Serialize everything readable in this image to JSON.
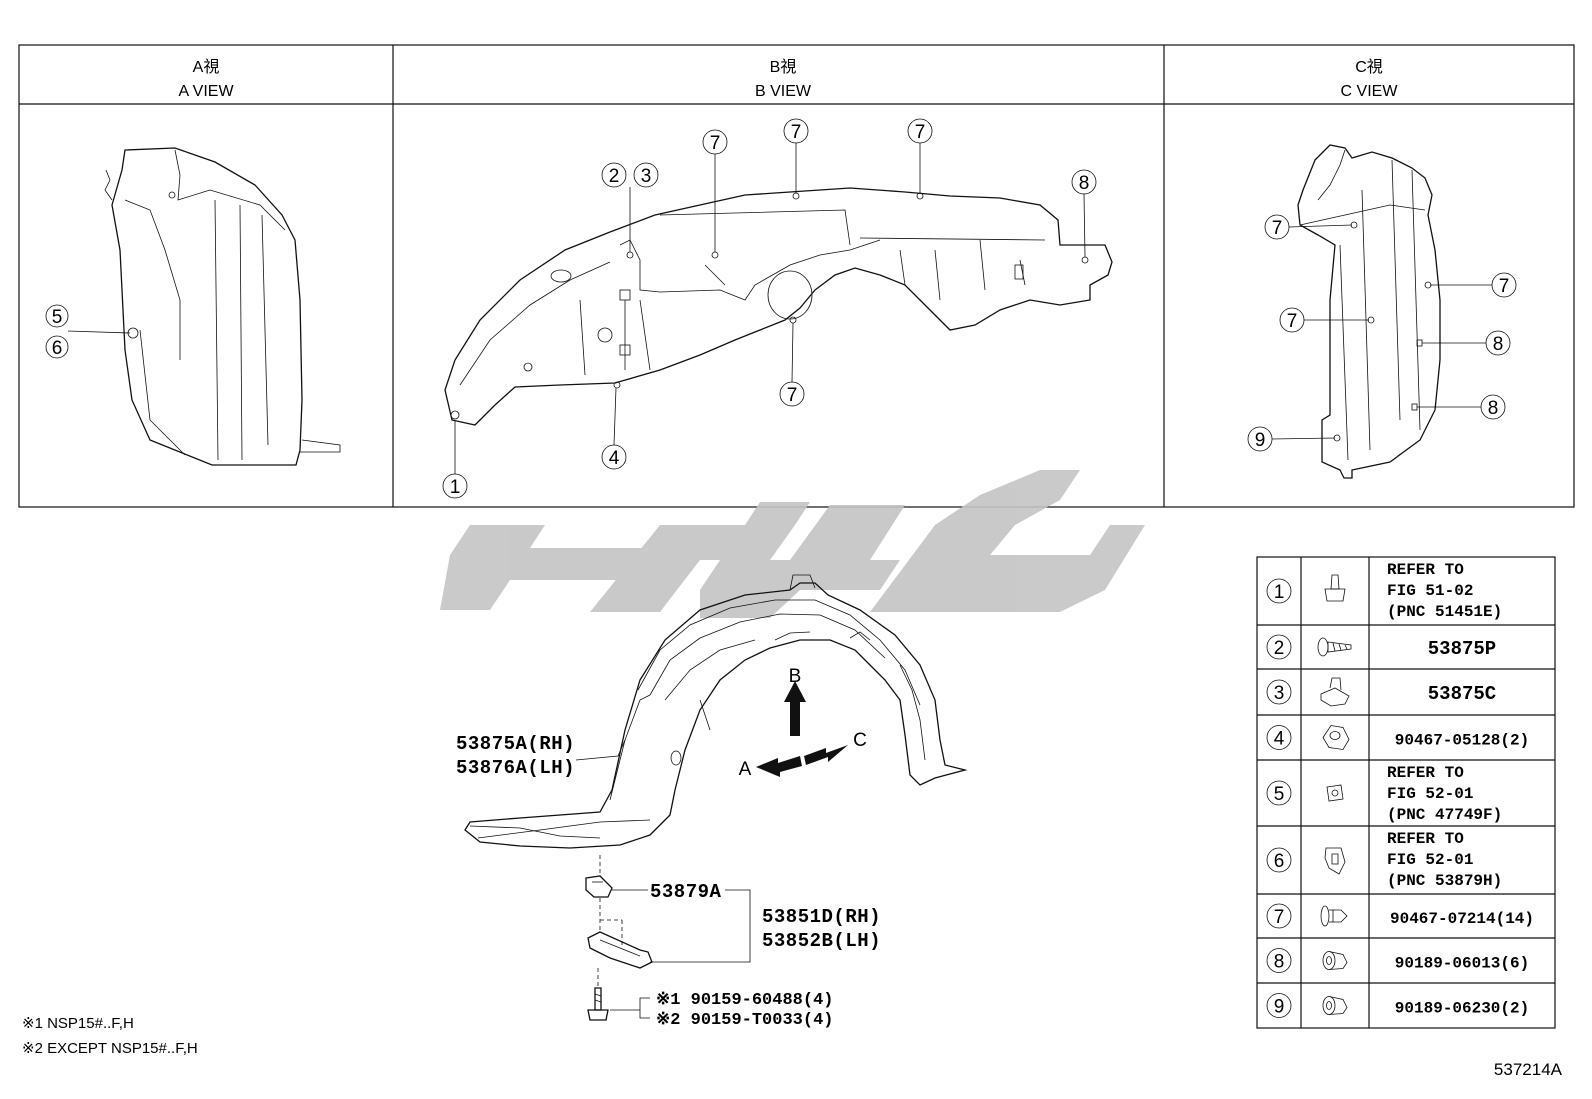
{
  "views": [
    {
      "title_ja": "A視",
      "title_en": "A VIEW"
    },
    {
      "title_ja": "B視",
      "title_en": "B VIEW"
    },
    {
      "title_ja": "C視",
      "title_en": "C VIEW"
    }
  ],
  "callouts": {
    "n1": "1",
    "n2": "2",
    "n3": "3",
    "n4": "4",
    "n5": "5",
    "n6": "6",
    "n7": "7",
    "n8": "8",
    "n9": "9"
  },
  "direction_labels": {
    "a": "A",
    "b": "B",
    "c": "C"
  },
  "part_numbers": {
    "liner_rh": "53875A(RH)",
    "liner_lh": "53876A(LH)",
    "clip": "53879A",
    "bracket_rh": "53851D(RH)",
    "bracket_lh": "53852B(LH)",
    "screw_1": "※1 90159-60488(4)",
    "screw_2": "※2 90159-T0033(4)"
  },
  "notes": {
    "note1": "※1 NSP15#..F,H",
    "note2": "※2 EXCEPT  NSP15#..F,H"
  },
  "drawing_code": "537214A",
  "fastener_table": [
    {
      "no": "1",
      "lines": [
        "REFER TO",
        "FIG 51-02",
        "(PNC 51451E)"
      ],
      "icon": "push-clip-icon"
    },
    {
      "no": "2",
      "lines": [
        "53875P"
      ],
      "icon": "screw-icon"
    },
    {
      "no": "3",
      "lines": [
        "53875C"
      ],
      "icon": "nut-clip-icon"
    },
    {
      "no": "4",
      "lines": [
        "90467-05128(2)"
      ],
      "icon": "clip-icon"
    },
    {
      "no": "5",
      "lines": [
        "REFER TO",
        "FIG 52-01",
        "(PNC 47749F)"
      ],
      "icon": "grommet-icon"
    },
    {
      "no": "6",
      "lines": [
        "REFER TO",
        "FIG 52-01",
        "(PNC 53879H)"
      ],
      "icon": "retainer-icon"
    },
    {
      "no": "7",
      "lines": [
        "90467-07214(14)"
      ],
      "icon": "rivet-clip-icon"
    },
    {
      "no": "8",
      "lines": [
        "90189-06013(6)"
      ],
      "icon": "nut-icon"
    },
    {
      "no": "9",
      "lines": [
        "90189-06230(2)"
      ],
      "icon": "nut-icon"
    }
  ]
}
